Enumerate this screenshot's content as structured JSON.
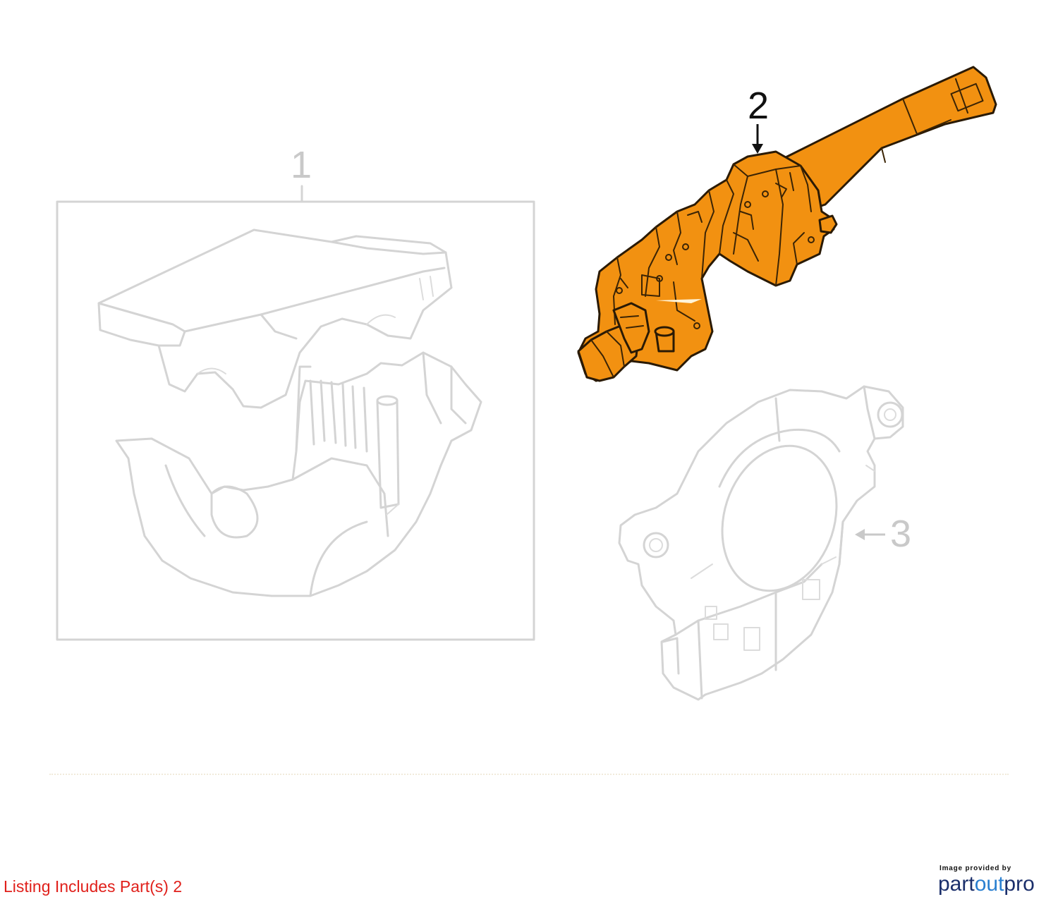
{
  "callouts": {
    "one": "1",
    "two": "2",
    "three": "3"
  },
  "listing_text": "Listing Includes Part(s) 2",
  "brand": {
    "credit": "Image provided by",
    "name_part1": "part",
    "name_part2": "out",
    "name_part3": "pro"
  },
  "colors": {
    "highlight_part": "#f29111",
    "ghost_lines": "#d4d4d4",
    "listing_text": "#e0201b",
    "brand_dark": "#1b2f6b",
    "brand_light": "#2a7fd0"
  }
}
